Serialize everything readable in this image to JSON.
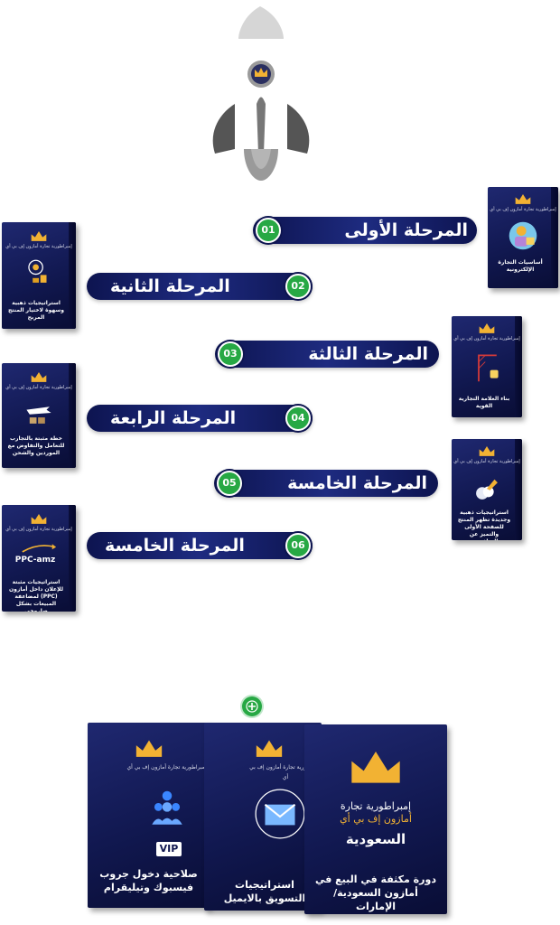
{
  "stages": [
    {
      "number": "01",
      "label": "المرحلة الأولى"
    },
    {
      "number": "02",
      "label": "المرحلة الثانية"
    },
    {
      "number": "03",
      "label": "المرحلة الثالثة"
    },
    {
      "number": "04",
      "label": "المرحلة الرابعة"
    },
    {
      "number": "05",
      "label": "المرحلة الخامسة"
    },
    {
      "number": "06",
      "label": "المرحلة الخامسة"
    }
  ],
  "products": [
    {
      "title": "أساسيات التجارة الإلكترونية",
      "icon": "person-laptop-icon"
    },
    {
      "title": "استراتيجيات ذهبية وسهوة لاختيار المنتج المربح",
      "icon": "target-coins-icon"
    },
    {
      "title": "بناء العلامة التجارية القوية",
      "icon": "crane-cup-icon"
    },
    {
      "title": "خطة مثبتة بالتجارب للتعامل والتفاوض مع الموردين والشحن",
      "icon": "airplane-boxes-icon"
    },
    {
      "title": "استراتيجيات ذهبية وجديدة تظهر المنتج للصفحة الأولى والتميز عن المنافسين",
      "icon": "rocket-cloud-icon"
    },
    {
      "title": "استراتيجيات مثبتة للإعلان داخل أمازون (PPC) لمضاعفة المبيعات بشكل صاروخي",
      "icon": "ppc-chart-icon",
      "badge": "PPC-amz"
    }
  ],
  "box_brand": "إمبراطورية تجارة أمازون إف بي أي",
  "bundle": [
    {
      "title": "صلاحية دخول جروب فيسبوك وتيليقرام",
      "badge": "VIP",
      "icon": "group-vip-icon"
    },
    {
      "title": "استراتيجيات التسويق بالايميل",
      "icon": "email-icon"
    },
    {
      "brand_line1": "إمبراطورية تجارة",
      "brand_line2": "أمازون إف بي أي",
      "headline": "السعودية",
      "title": "دورة مكثفة في البيع في أمازون السعودية/ الإمارات",
      "icon": "crown-icon"
    }
  ],
  "colors": {
    "navy": "#111850",
    "green": "#27a844",
    "gold": "#f2b233",
    "gray": "#9a9a9a"
  }
}
